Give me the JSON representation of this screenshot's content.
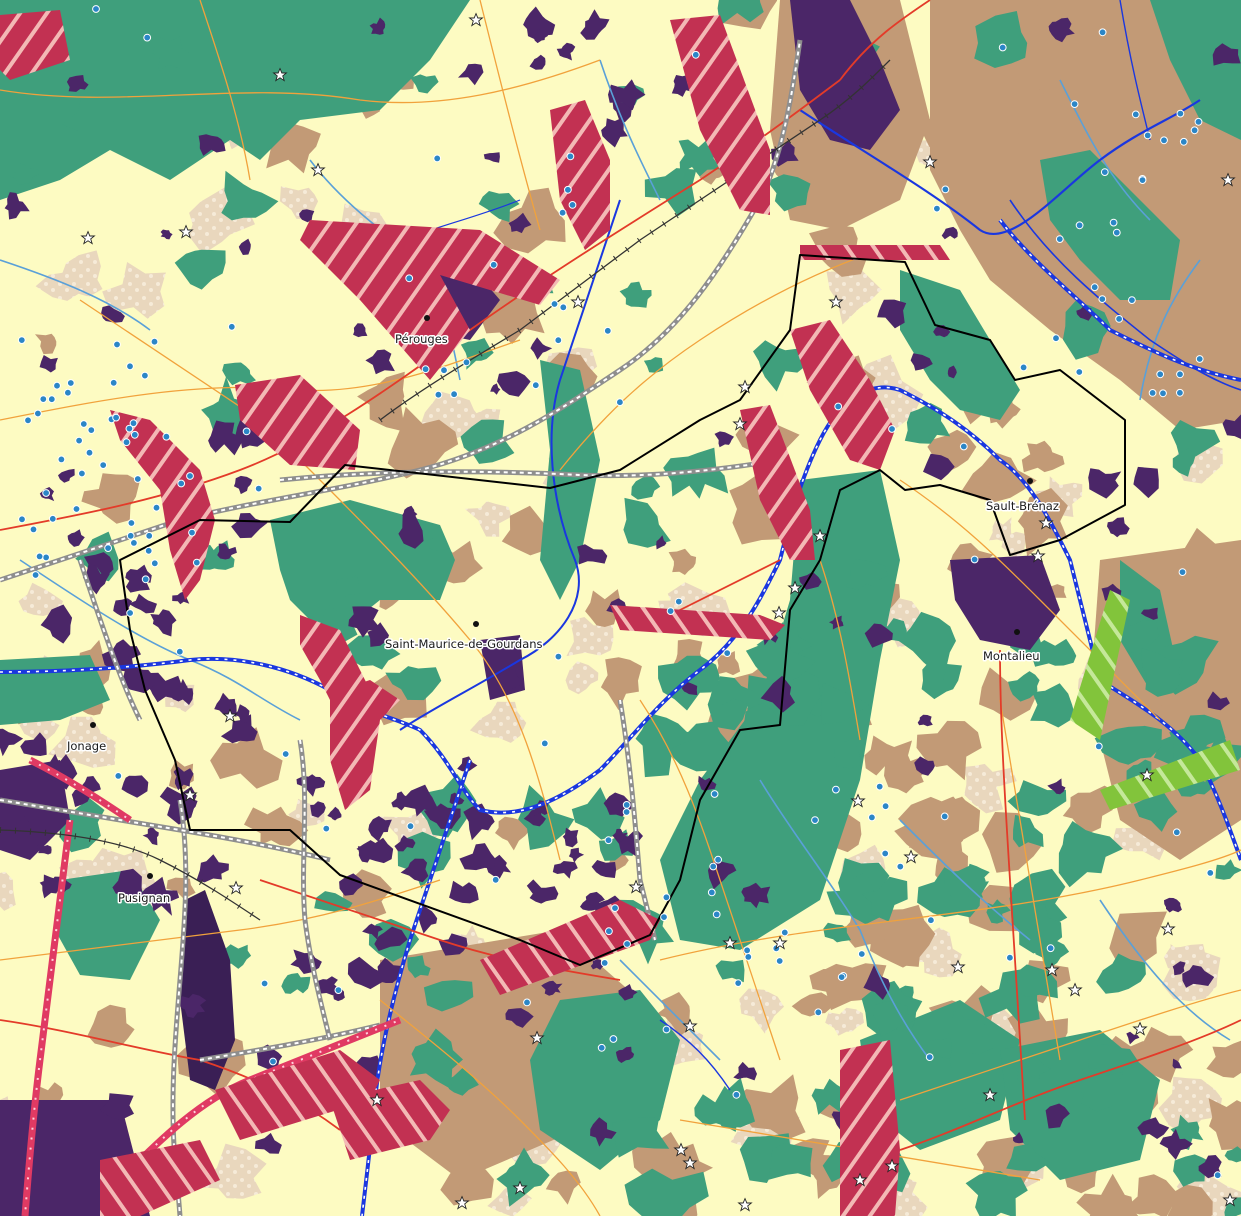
{
  "map": {
    "colors": {
      "farmland": "#fdfbc2",
      "forest": "#3f9f7c",
      "grassland": "#c29a76",
      "urban": "#4b2668",
      "mixed": "#e8d4b9",
      "corridor": "#c23152",
      "corridor_green": "#82c43b",
      "river": "#1a37e0",
      "stream": "#5aa0d8",
      "road_primary": "#e33b29",
      "road_secondary": "#f1a23c",
      "highway": "#b6b6b6",
      "railway": "#333333",
      "boundary": "#000000",
      "wetland_dot": "#2b86c7",
      "rail_corridor": "#e03a63"
    },
    "towns": [
      {
        "name": "Pérouges"
      },
      {
        "name": "Saint-Maurice-de-Gourdans"
      },
      {
        "name": "Sault-Brénaz"
      },
      {
        "name": "Montalieu"
      },
      {
        "name": "Jonage"
      },
      {
        "name": "Pusignan"
      }
    ],
    "icons": {
      "star": "star-icon",
      "point": "wetland-point-icon",
      "town": "town-marker-icon"
    }
  }
}
